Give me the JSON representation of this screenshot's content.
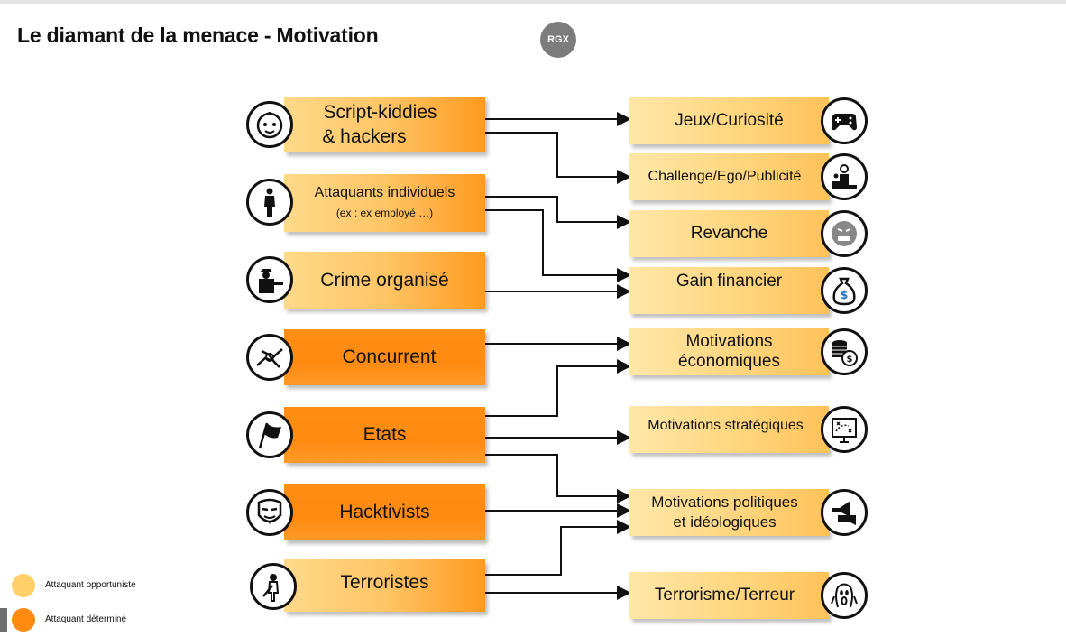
{
  "title": "Le diamant de la menace - Motivation",
  "badge": "RGX",
  "colors": {
    "opportunistic": "#ffc566",
    "determined": "#ff8a10",
    "motivation": "#ffd47a"
  },
  "attackers": [
    {
      "line1": "Script-kiddies",
      "line2": "& hackers",
      "type": "opportunistic",
      "icon": "baby-face-icon"
    },
    {
      "line1": "Attaquants individuels",
      "line2": "(ex : ex employé …)",
      "type": "opportunistic",
      "icon": "man-silhouette-icon"
    },
    {
      "line1": "Crime organisé",
      "line2": "",
      "type": "opportunistic",
      "icon": "gangster-icon"
    },
    {
      "line1": "Concurrent",
      "line2": "",
      "type": "determined",
      "icon": "handshake-icon"
    },
    {
      "line1": "Etats",
      "line2": "",
      "type": "determined",
      "icon": "flag-icon"
    },
    {
      "line1": "Hacktivists",
      "line2": "",
      "type": "determined",
      "icon": "anonymous-mask-icon"
    },
    {
      "line1": "Terroristes",
      "line2": "",
      "type": "opportunistic",
      "icon": "terrorist-icon"
    }
  ],
  "motivations": [
    {
      "line1": "Jeux/Curiosité",
      "line2": "",
      "icon": "gamepad-icon"
    },
    {
      "line1": "Challenge/Ego/Publicité",
      "line2": "",
      "icon": "podium-icon"
    },
    {
      "line1": "Revanche",
      "line2": "",
      "icon": "angry-face-icon"
    },
    {
      "line1": "Gain financier",
      "line2": "",
      "icon": "money-bag-icon"
    },
    {
      "line1": "Motivations",
      "line2": "économiques",
      "icon": "coins-icon"
    },
    {
      "line1": "Motivations stratégiques",
      "line2": "",
      "icon": "strategy-board-icon"
    },
    {
      "line1": "Motivations politiques",
      "line2": "et idéologiques",
      "icon": "megaphone-icon"
    },
    {
      "line1": "Terrorisme/Terreur",
      "line2": "",
      "icon": "scream-face-icon"
    }
  ],
  "links": [
    [
      "Script-kiddies & hackers",
      "Jeux/Curiosité"
    ],
    [
      "Script-kiddies & hackers",
      "Challenge/Ego/Publicité"
    ],
    [
      "Attaquants individuels",
      "Revanche"
    ],
    [
      "Attaquants individuels",
      "Gain financier"
    ],
    [
      "Crime organisé",
      "Gain financier"
    ],
    [
      "Concurrent",
      "Motivations économiques"
    ],
    [
      "Etats",
      "Motivations économiques"
    ],
    [
      "Etats",
      "Motivations stratégiques"
    ],
    [
      "Etats",
      "Motivations politiques et idéologiques"
    ],
    [
      "Hacktivists",
      "Motivations politiques et idéologiques"
    ],
    [
      "Terroristes",
      "Motivations politiques et idéologiques"
    ],
    [
      "Terroristes",
      "Terrorisme/Terreur"
    ]
  ],
  "legend": [
    {
      "label": "Attaquant opportuniste",
      "color": "#ffd06a"
    },
    {
      "label": "Attaquant déterminé",
      "color": "#ff8a10"
    }
  ]
}
